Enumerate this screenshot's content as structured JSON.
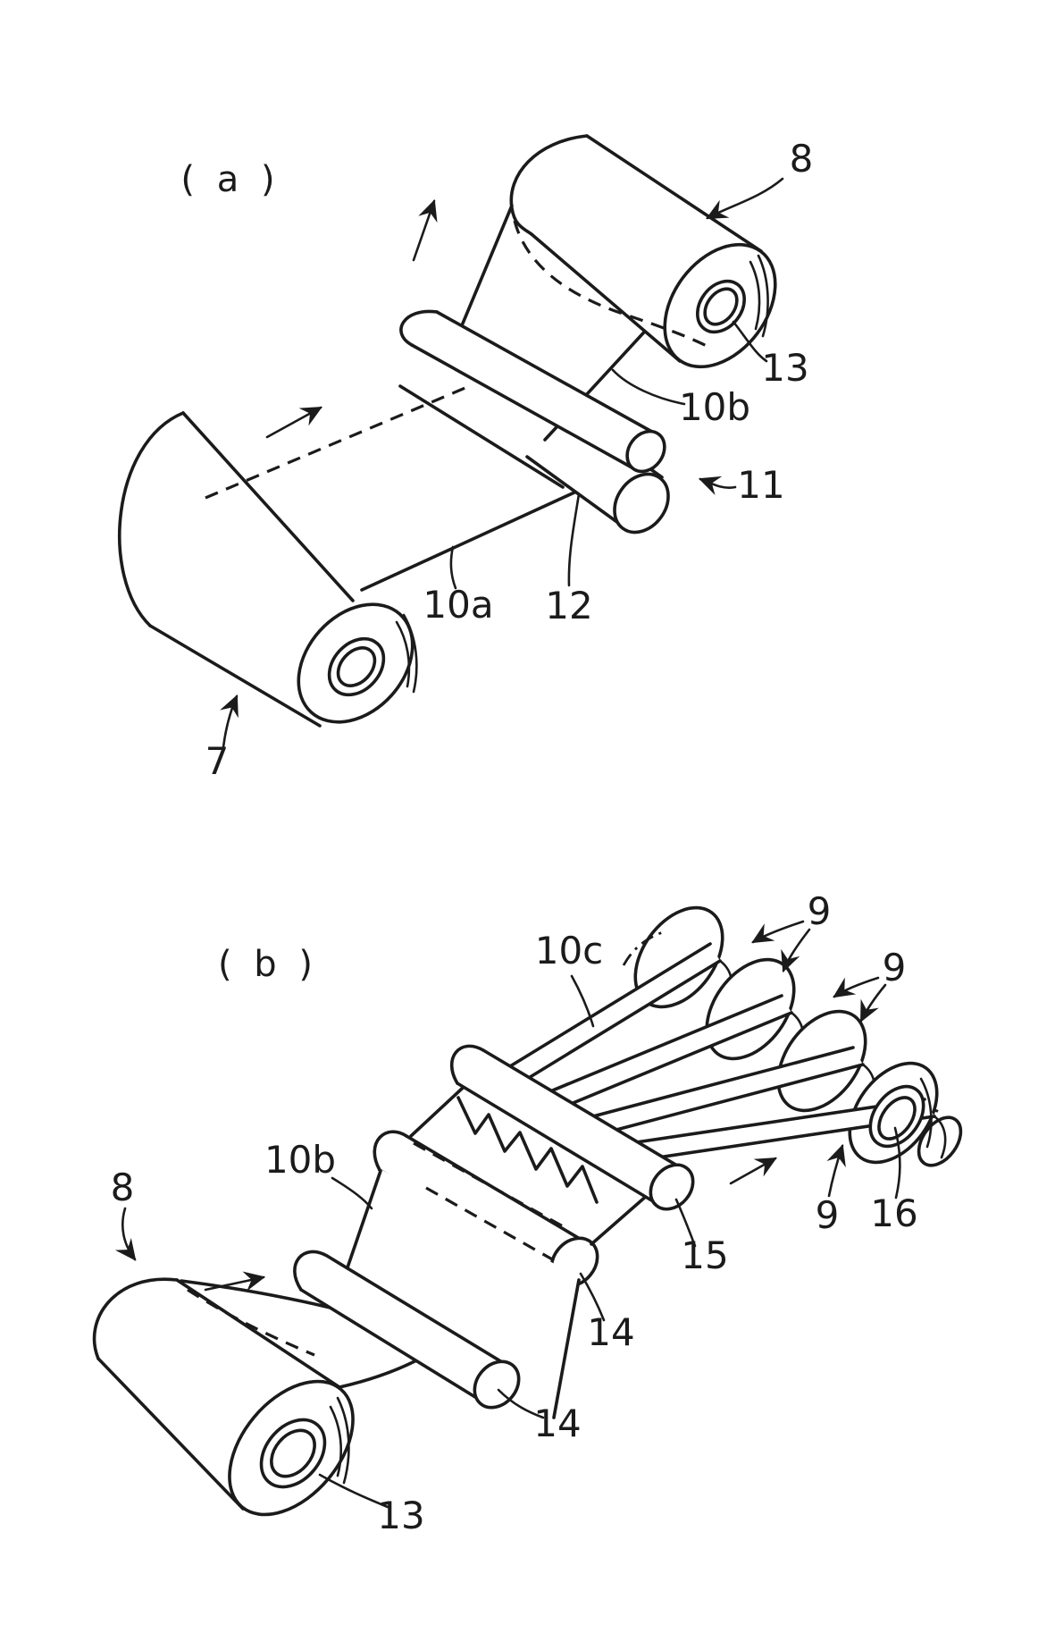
{
  "page": {
    "background_color": "#ffffff",
    "line_color": "#1b1b1b",
    "description_labels_only": "patent-style slitting and winding process diagram"
  },
  "figure_a": {
    "tag": "( a )",
    "labels": {
      "source_roll": "7",
      "web_incoming": "10a",
      "nip_roller_lower": "12",
      "nip_roller_upper": "11",
      "web_outgoing": "10b",
      "windup_roll": "8",
      "core": "13"
    }
  },
  "figure_b": {
    "tag": "( b )",
    "labels": {
      "source_roll": "8",
      "source_core": "13",
      "web": "10b",
      "guide_roller_lower": "14",
      "guide_roller_upper": "14",
      "slitter_bar": "15",
      "slit_strips": "10c",
      "strip_rolls_top": "9",
      "strip_rolls_right": "9",
      "strip_roll_front": "9",
      "front_core": "16"
    }
  }
}
